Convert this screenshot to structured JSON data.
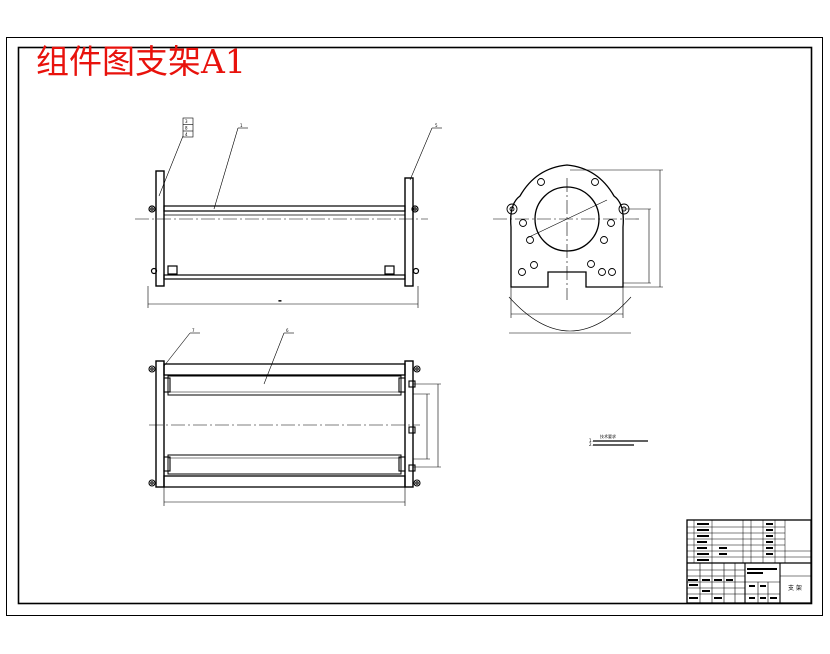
{
  "drawing_title": "组件图支架A1",
  "balloons": {
    "front_left_stack": [
      "3",
      "8",
      "4"
    ],
    "front_right": "5",
    "front_top": "1",
    "plan_left": "7",
    "plan_top": "6"
  },
  "technical_requirements": {
    "heading": "技术要求",
    "line1": "1.",
    "line2": "2."
  },
  "title_block": {
    "scale_label": "比例",
    "drawing_name": "支 架"
  },
  "colors": {
    "title": "#e8120c",
    "line": "#000000",
    "background": "#ffffff"
  }
}
